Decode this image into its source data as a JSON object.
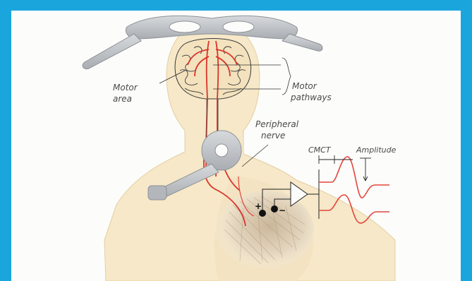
{
  "labels": {
    "motor_area": [
      "Motor",
      "area"
    ],
    "motor_pathways": [
      "Motor",
      "pathways"
    ],
    "peripheral_nerve": [
      "Peripheral",
      "nerve"
    ],
    "cmct": "CMCT",
    "amplitude": "Amplitude",
    "plus": "+",
    "minus": "−"
  },
  "colors": {
    "background_border": "#1aa6dd",
    "canvas": "#fcfcfb",
    "skin": "#f6e8c8",
    "coil": "#c9ccd0",
    "pathway": "#d9342b",
    "signal": "#e2463b",
    "line": "#333333"
  }
}
